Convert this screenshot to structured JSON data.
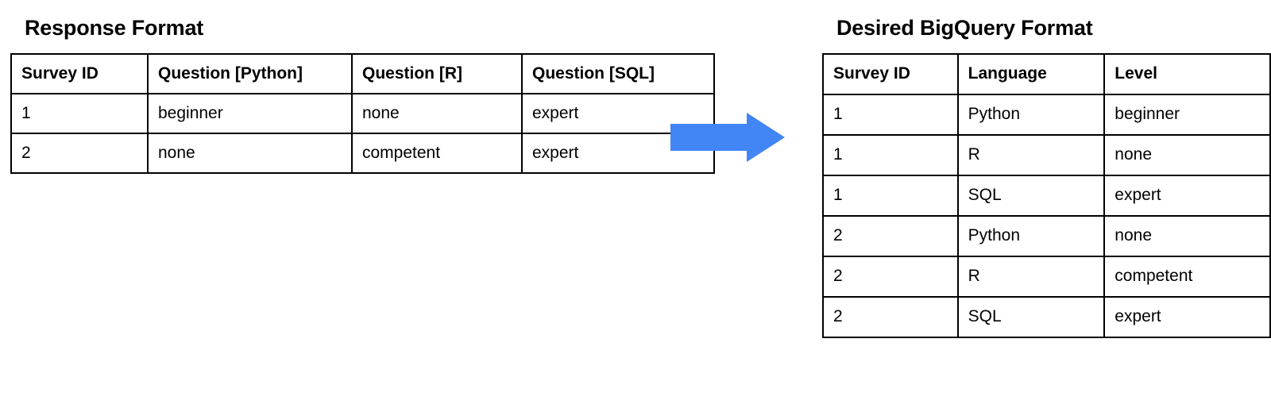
{
  "background_color": "#ffffff",
  "text_color": "#000000",
  "left": {
    "title": "Response Format",
    "table": {
      "columns": [
        "Survey ID",
        "Question [Python]",
        "Question [R]",
        "Question [SQL]"
      ],
      "rows": [
        [
          "1",
          "beginner",
          "none",
          "expert"
        ],
        [
          "2",
          "none",
          "competent",
          "expert"
        ]
      ]
    }
  },
  "right": {
    "title": "Desired BigQuery Format",
    "table": {
      "columns": [
        "Survey ID",
        "Language",
        "Level"
      ],
      "rows": [
        [
          "1",
          "Python",
          "beginner"
        ],
        [
          "1",
          "R",
          "none"
        ],
        [
          "1",
          "SQL",
          "expert"
        ],
        [
          "2",
          "Python",
          "none"
        ],
        [
          "2",
          "R",
          "competent"
        ],
        [
          "2",
          "SQL",
          "expert"
        ]
      ]
    }
  },
  "arrow": {
    "icon": "right-arrow-icon",
    "color": "#4285F4",
    "direction": "right"
  }
}
